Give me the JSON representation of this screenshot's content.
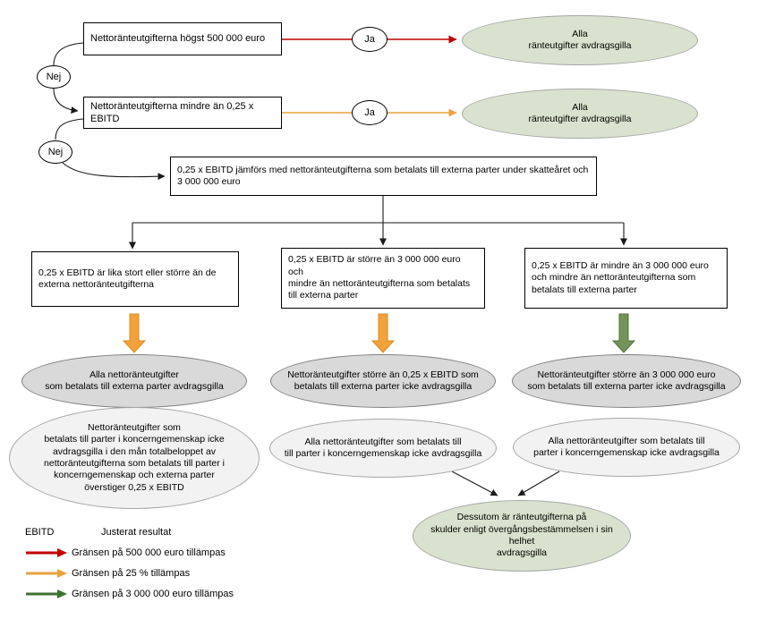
{
  "colors": {
    "red": "#c00000",
    "orange": "#e8a33d",
    "orange_block_fill": "#f2a13b",
    "orange_block_stroke": "#d98b22",
    "green_dark": "#3f7032",
    "green_block_fill": "#74935b",
    "green_block_stroke": "#53713a",
    "green_ellipse_fill": "#d9e2ce",
    "gray_ellipse_fill": "#d9d9d9",
    "light_ellipse_fill": "#f2f2f2",
    "connector_black": "#1a1a1a"
  },
  "flow": {
    "box_500k": "Nettoränteutgifterna högst 500 000 euro",
    "ja": "Ja",
    "nej": "Nej",
    "ellipse_all_deductible": "Alla\nränteutgifter avdragsgilla",
    "box_ebitd_ratio": "Nettoränteutgifterna mindre än 0,25 x EBITD",
    "box_compare": "0,25 x EBITD jämförs med nettoränteutgifterna som betalats till externa parter under skatteåret och\n3 000 000 euro",
    "box_case_left": "0,25 x EBITD är lika stort eller större än de\nexterna nettoränteutgifterna",
    "box_case_mid": "0,25 x EBITD är större än 3 000 000 euro och\nmindre än nettoränteutgifterna som betalats\ntill externa parter",
    "box_case_right": "0,25 x EBITD är mindre än 3 000 000 euro\noch mindre än nettoränteutgifterna som\nbetalats till externa parter",
    "ellipse_left_gray": "Alla nettoränteutgifter\nsom betalats till externa parter avdragsgilla",
    "ellipse_left_light": "Nettoränteutgifter som\nbetalats till parter i koncerngemenskap icke\navdragsgilla i den mån totalbeloppet av\nnettoränteutgifterna som betalats till parter i\nkoncerngemenskap och externa parter\növerstiger 0,25 x EBITD",
    "ellipse_mid_gray": "Nettoränteutgifter större än 0,25 x EBITD som\nbetalats till externa parter icke avdragsgilla",
    "ellipse_mid_light": "Alla nettoränteutgifter som betalats till\ntill parter i koncerngemenskap icke avdragsgilla",
    "ellipse_right_gray": "Nettoränteutgifter större än 3 000 000 euro\nsom betalats till externa parter icke avdragsgilla",
    "ellipse_right_light": "Alla nettoränteutgifter som betalats till\nparter i koncerngemenskap icke avdragsgilla",
    "ellipse_transition": "Dessutom är ränteutgifterna på\nskulder enligt övergångsbestämmelsen i sin helhet\navdragsgilla"
  },
  "legend": {
    "ebitd_term": "EBITD",
    "ebitd_def": "Justerat resultat",
    "red_label": "Gränsen på 500 000 euro tillämpas",
    "orange_label": "Gränsen på 25 % tillämpas",
    "green_label": "Gränsen på 3 000 000 euro tillämpas"
  }
}
